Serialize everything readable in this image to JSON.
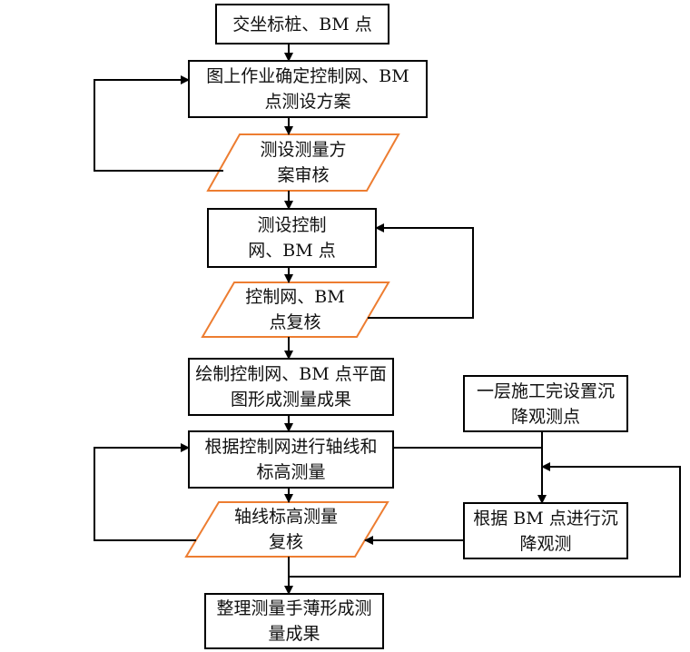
{
  "nodes": {
    "n1": {
      "text": "交坐标桩、BM 点"
    },
    "n2": {
      "text": "图上作业确定控制网、BM\n点测设方案"
    },
    "n3": {
      "text": "测设测量方\n案审核"
    },
    "n4": {
      "text": "测设控制\n网、BM 点"
    },
    "n5": {
      "text": "控制网、BM\n点复核"
    },
    "n6": {
      "text": "绘制控制网、BM 点平面\n图形成测量成果"
    },
    "n7": {
      "text": "根据控制网进行轴线和\n标高测量"
    },
    "n8": {
      "text": "轴线标高测量\n复核"
    },
    "n9": {
      "text": "整理测量手薄形成测\n量成果"
    },
    "n10": {
      "text": "一层施工完设置沉\n降观测点"
    },
    "n11": {
      "text": "根据 BM 点进行沉\n降观测"
    }
  },
  "colors": {
    "box_border": "#000000",
    "parallelogram_border": "#ED7D31",
    "line": "#000000"
  }
}
